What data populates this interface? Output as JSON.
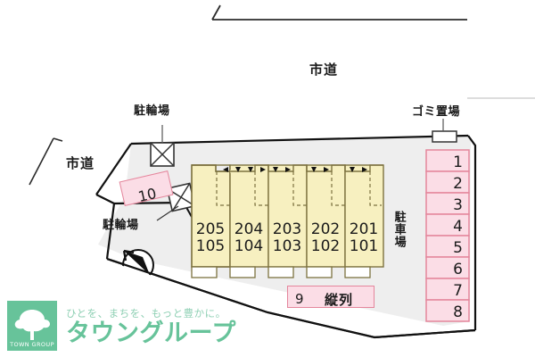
{
  "map": {
    "type": "property-site-plan",
    "roads": [
      {
        "id": "road-top",
        "label": "市道"
      },
      {
        "id": "road-left",
        "label": "市道"
      }
    ],
    "facilities": [
      {
        "id": "bicycle-parking-north",
        "label": "駐輪場",
        "icon": "crossed-box-icon"
      },
      {
        "id": "bicycle-parking-west",
        "label": "駐輪場",
        "icon": "crossed-box-icon"
      },
      {
        "id": "garbage-area",
        "label": "ゴミ置場",
        "icon": "small-box-icon"
      },
      {
        "id": "parking-lot",
        "label": "駐車場"
      }
    ],
    "compass": {
      "icon": "compass-north-arrow-icon",
      "direction": "north"
    },
    "building": {
      "units": [
        {
          "upper": "205",
          "lower": "105"
        },
        {
          "upper": "204",
          "lower": "104"
        },
        {
          "upper": "203",
          "lower": "103"
        },
        {
          "upper": "202",
          "lower": "102"
        },
        {
          "upper": "201",
          "lower": "101"
        }
      ],
      "fill_color": "#f7f0c0",
      "stroke_color": "#7d7240"
    },
    "parking_stalls": {
      "fill_color": "#fbdde6",
      "stroke_color": "#e4869c",
      "column_right": [
        "1",
        "2",
        "3",
        "4",
        "5",
        "6",
        "7",
        "8"
      ],
      "detached": [
        "10"
      ]
    },
    "legend": {
      "number": "9",
      "label": "縦列"
    }
  },
  "logo": {
    "mark_text": "TOWN GROUP",
    "tagline": "ひとを、まちを、もっと豊かに。",
    "name": "タウングループ",
    "brand_color": "#67c39a",
    "icon": "tree-icon"
  }
}
